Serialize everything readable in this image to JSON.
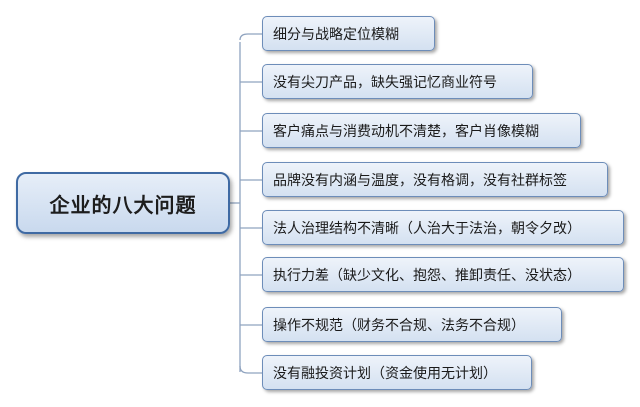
{
  "root": {
    "label": "企业的八大问题"
  },
  "branches": [
    {
      "label": "细分与战略定位模糊"
    },
    {
      "label": "没有尖刀产品，缺失强记忆商业符号"
    },
    {
      "label": "客户痛点与消费动机不清楚，客户肖像模糊"
    },
    {
      "label": "品牌没有内涵与温度，没有格调，没有社群标签"
    },
    {
      "label": "法人治理结构不清晰（人治大于法治，朝令夕改）"
    },
    {
      "label": "执行力差（缺少文化、抱怨、推卸责任、没状态）"
    },
    {
      "label": "操作不规范（财务不合规、法务不合规）"
    },
    {
      "label": "没有融投资计划（资金使用无计划）"
    }
  ],
  "colors": {
    "root_border": "#3f6aa3",
    "branch_border": "#6d8db9",
    "connector": "#8fa3bf"
  }
}
